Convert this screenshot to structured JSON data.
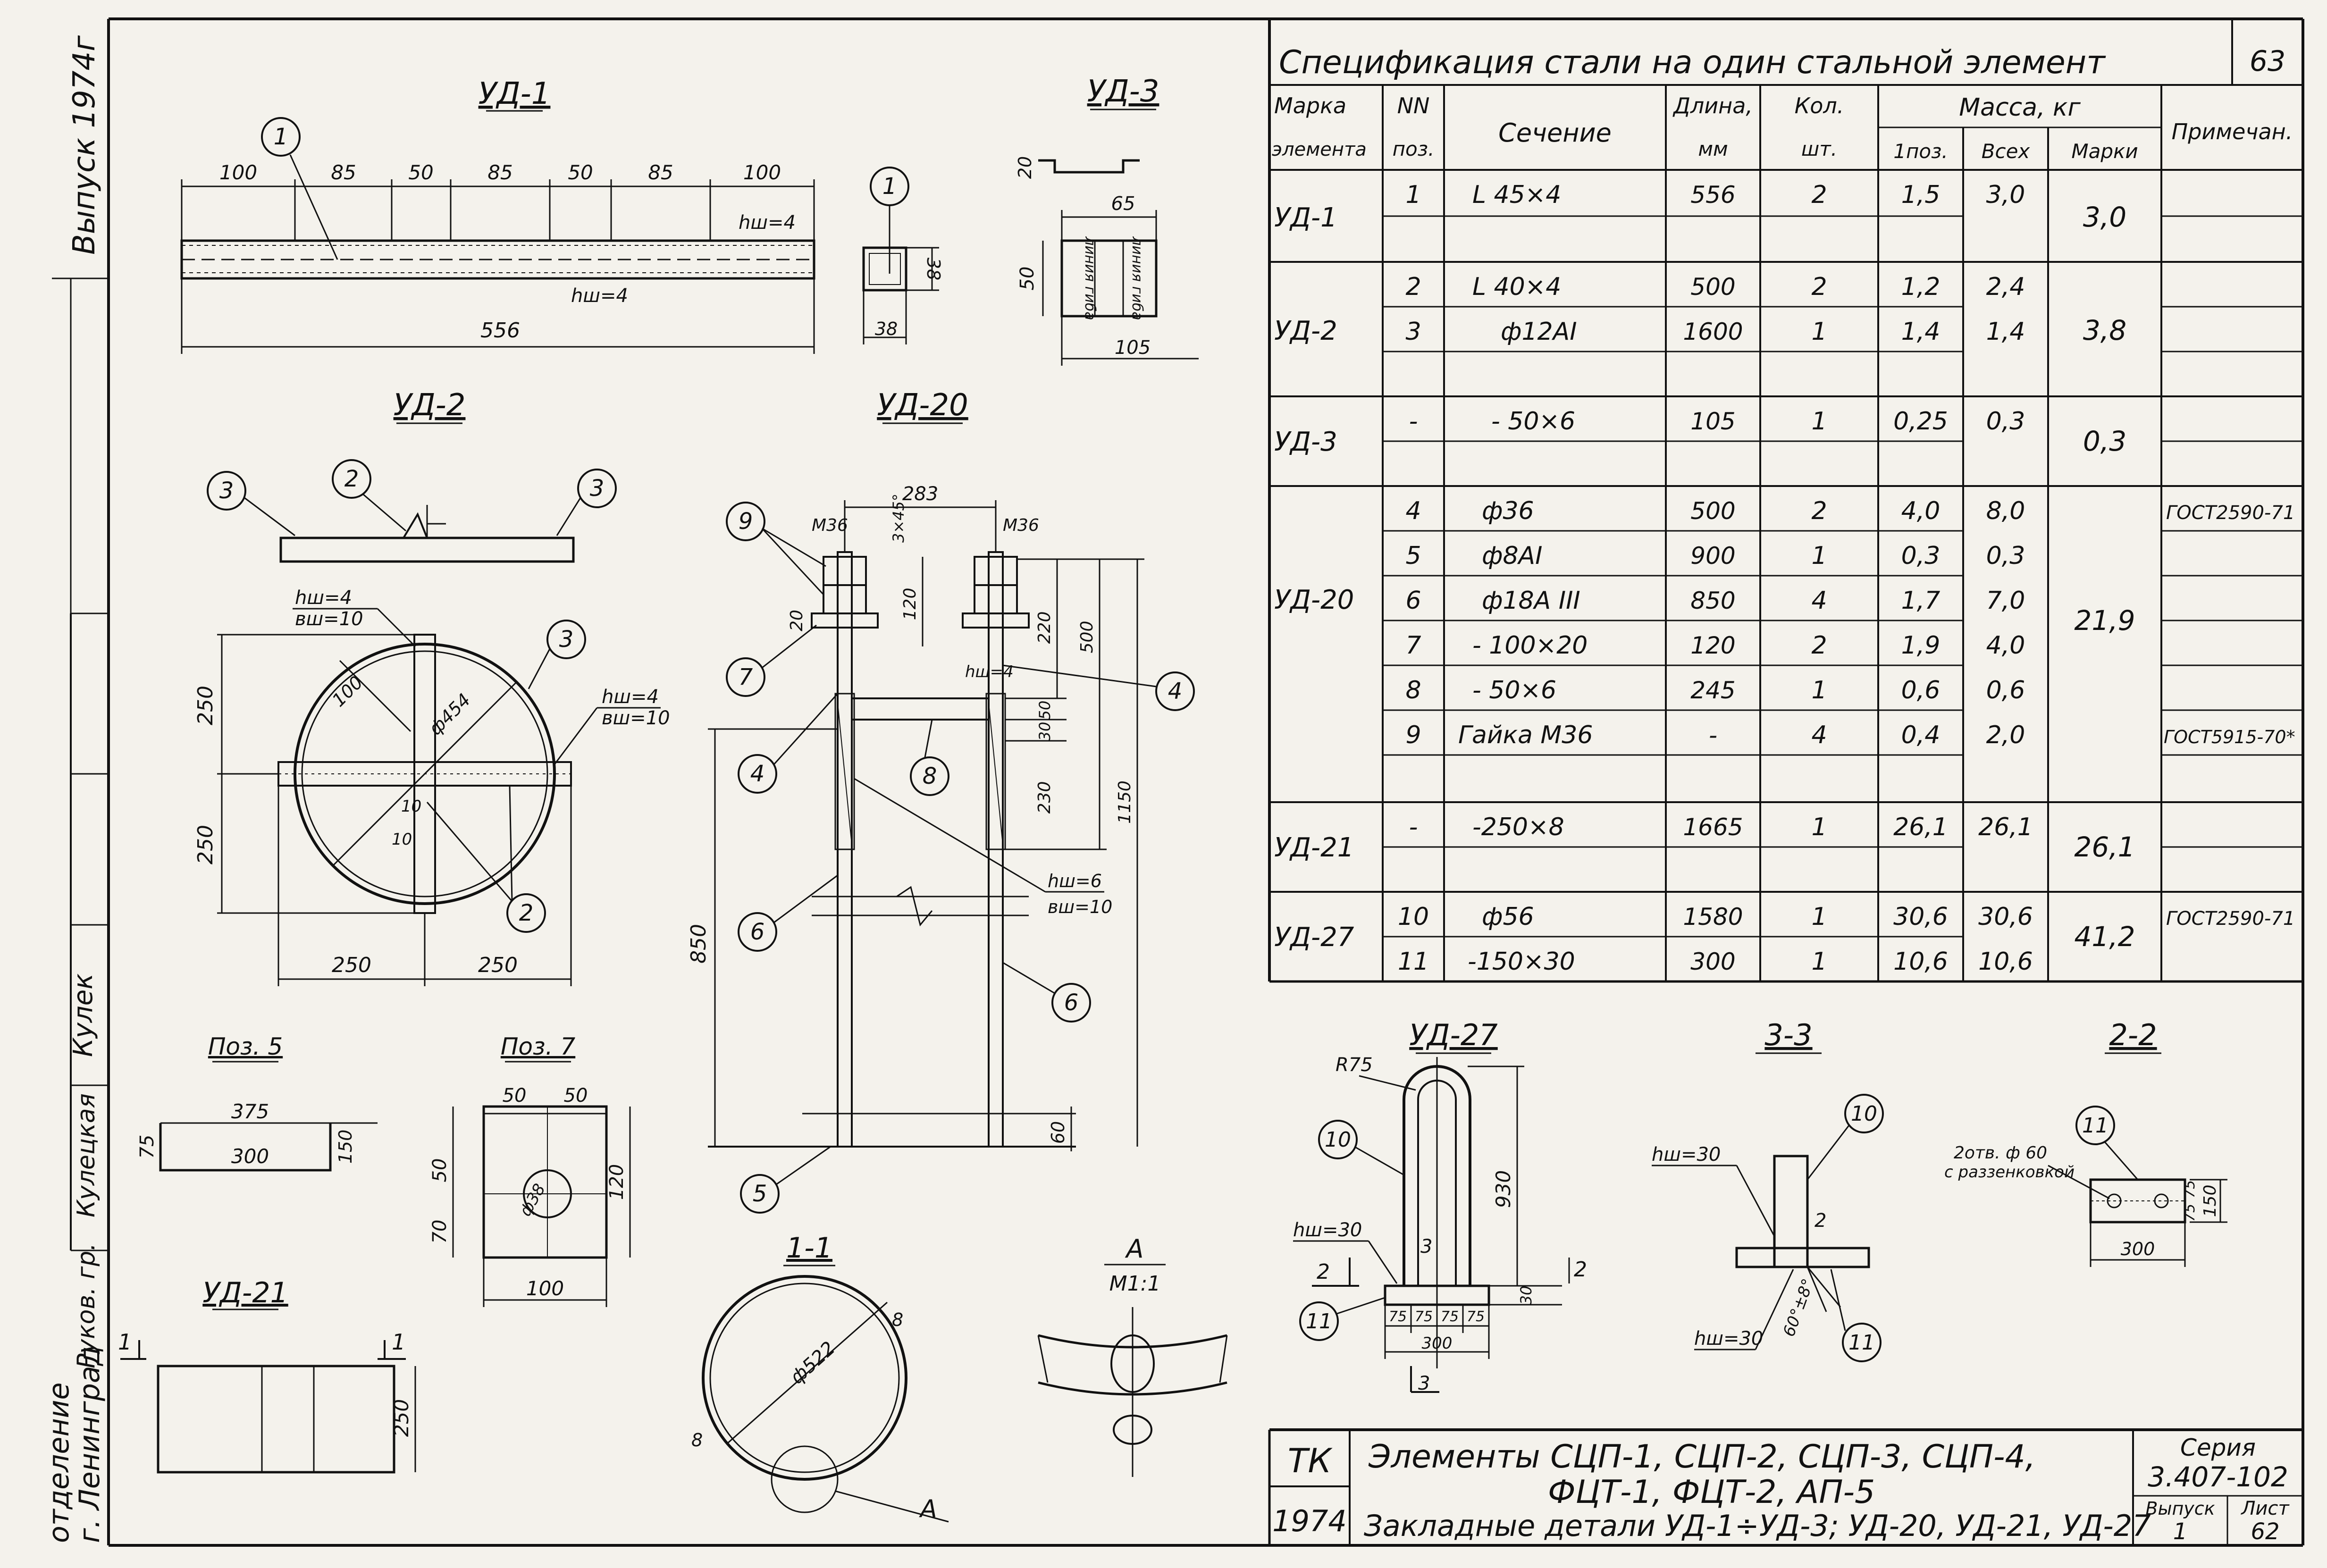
{
  "sheet": {
    "series_label": "Серия",
    "series_code": "3.407-102",
    "issue_label": "Выпуск",
    "issue_no": "1",
    "sheet_label": "Лист",
    "sheet_no": "62",
    "page_no": "63",
    "org": "ТК",
    "year": "1974",
    "title_line1": "Элементы СЦП-1, СЦП-2, СЦП-3, СЦП-4,",
    "title_line2": "ФЦТ-1, ФЦТ-2, АП-5",
    "title_line3": "Закладные детали УД-1÷УД-3; УД-20, УД-21, УД-27"
  },
  "margin": {
    "issue_year": "Выпуск 1974г",
    "dept_line1": "отделение",
    "dept_line2": "г. Ленинград",
    "role_head": "Руков. гр.",
    "name_head": "Кулецкая",
    "name_sign": "Кулек"
  },
  "spec": {
    "title": "Спецификация стали на один стальной элемент",
    "headers": {
      "mark_1": "Марка",
      "mark_2": "элемента",
      "pos_1": "NN",
      "pos_2": "поз.",
      "section": "Сечение",
      "length_1": "Длина,",
      "length_2": "мм",
      "qty_1": "Кол.",
      "qty_2": "шт.",
      "mass": "Масса, кг",
      "mass_one": "1поз.",
      "mass_all": "Всех",
      "mass_mark": "Марки",
      "note": "Примечан."
    },
    "rows": [
      {
        "pos": "1",
        "section": "L 45×4",
        "length": "556",
        "qty": "2",
        "m1": "1,5",
        "mall": "3,0",
        "note": ""
      },
      {
        "pos": "2",
        "section": "L 40×4",
        "length": "500",
        "qty": "2",
        "m1": "1,2",
        "mall": "2,4",
        "note": ""
      },
      {
        "pos": "3",
        "section": "ф12AI",
        "length": "1600",
        "qty": "1",
        "m1": "1,4",
        "mall": "1,4",
        "note": ""
      },
      {
        "pos": "-",
        "section": "- 50×6",
        "length": "105",
        "qty": "1",
        "m1": "0,25",
        "mall": "0,3",
        "note": ""
      },
      {
        "pos": "4",
        "section": "ф36",
        "length": "500",
        "qty": "2",
        "m1": "4,0",
        "mall": "8,0",
        "note": "ГОСТ2590-71"
      },
      {
        "pos": "5",
        "section": "ф8AI",
        "length": "900",
        "qty": "1",
        "m1": "0,3",
        "mall": "0,3",
        "note": ""
      },
      {
        "pos": "6",
        "section": "ф18A III",
        "length": "850",
        "qty": "4",
        "m1": "1,7",
        "mall": "7,0",
        "note": ""
      },
      {
        "pos": "7",
        "section": "- 100×20",
        "length": "120",
        "qty": "2",
        "m1": "1,9",
        "mall": "4,0",
        "note": ""
      },
      {
        "pos": "8",
        "section": "- 50×6",
        "length": "245",
        "qty": "1",
        "m1": "0,6",
        "mall": "0,6",
        "note": ""
      },
      {
        "pos": "9",
        "section": "Гайка М36",
        "length": "-",
        "qty": "4",
        "m1": "0,4",
        "mall": "2,0",
        "note": "ГОСТ5915-70*"
      },
      {
        "pos": "-",
        "section": "-250×8",
        "length": "1665",
        "qty": "1",
        "m1": "26,1",
        "mall": "26,1",
        "note": ""
      },
      {
        "pos": "10",
        "section": "ф56",
        "length": "1580",
        "qty": "1",
        "m1": "30,6",
        "mall": "30,6",
        "note": "ГОСТ2590-71"
      },
      {
        "pos": "11",
        "section": "-150×30",
        "length": "300",
        "qty": "1",
        "m1": "10,6",
        "mall": "10,6",
        "note": ""
      }
    ],
    "marks": [
      {
        "mark": "УД-1",
        "total": "3,0"
      },
      {
        "mark": "УД-2",
        "total": "3,8"
      },
      {
        "mark": "УД-3",
        "total": "0,3"
      },
      {
        "mark": "УД-20",
        "total": "21,9"
      },
      {
        "mark": "УД-21",
        "total": "26,1"
      },
      {
        "mark": "УД-27",
        "total": "41,2"
      }
    ]
  },
  "drawings": {
    "ud1": {
      "title": "УД-1",
      "dims": [
        "100",
        "85",
        "50",
        "85",
        "50",
        "85",
        "100"
      ],
      "length": "556",
      "weld1": "hш=4",
      "weld2": "hш=4",
      "callout": "1"
    },
    "ud3": {
      "title": "УД-3",
      "d20": "20",
      "d65": "65",
      "d50": "50",
      "d105": "105",
      "bend1": "линия гиба",
      "bend2": "линия гиба",
      "sec38a": "38",
      "sec38b": "38",
      "callout": "1"
    },
    "ud2": {
      "title": "УД-2",
      "c1": "2",
      "c2": "3",
      "c3": "3",
      "c4": "3",
      "c5": "2",
      "hw1": "hш=4",
      "bw1": "вш=10",
      "hw2": "hш=4",
      "bw2": "вш=10",
      "d454": "ф454",
      "d100": "100",
      "d10a": "10",
      "d10b": "10",
      "d250a": "250",
      "d250b": "250",
      "d250c": "250",
      "d250d": "250"
    },
    "ud20": {
      "title": "УД-20",
      "d283": "283",
      "m36a": "М36",
      "m36b": "М36",
      "d3x45": "3×45°",
      "d120": "120",
      "d20": "20",
      "d220": "220",
      "d500": "500",
      "d50": "50",
      "d30": "30",
      "d230": "230",
      "d1150": "1150",
      "d850": "850",
      "d60": "60",
      "hw4": "hш=4",
      "hw6": "hш=6",
      "bw10": "вш=10",
      "c9": "9",
      "c7": "7",
      "c4a": "4",
      "c4b": "4",
      "c8": "8",
      "c6a": "6",
      "c6b": "6",
      "c5": "5"
    },
    "pos5": {
      "title": "Поз. 5",
      "d375": "375",
      "d300": "300",
      "d75": "75",
      "d150": "150"
    },
    "pos7": {
      "title": "Поз. 7",
      "d50a": "50",
      "d50b": "50",
      "d120": "120",
      "d50c": "50",
      "d70": "70",
      "d38": "ф38",
      "d100": "100"
    },
    "ud21": {
      "title": "УД-21",
      "d250": "250",
      "s1": "1",
      "s2": "1"
    },
    "sec11": {
      "title": "1-1",
      "d522": "ф522",
      "d8a": "8",
      "d8b": "8",
      "ref": "А"
    },
    "detA": {
      "title": "А",
      "scale": "М1:1"
    },
    "ud27": {
      "title": "УД-27",
      "r75": "R75",
      "d930": "930",
      "d30": "30",
      "hw": "hш=30",
      "d75": [
        "75",
        "75",
        "75",
        "75"
      ],
      "d300": "300",
      "c10": "10",
      "c11": "11",
      "s2a": "2",
      "s2b": "2",
      "s3a": "3",
      "s3b": "3"
    },
    "sec33": {
      "title": "3-3",
      "hw1": "hш=30",
      "hw2": "hш=30",
      "c10": "10",
      "c11": "11",
      "d2": "2",
      "ang": "60°±8°"
    },
    "sec22": {
      "title": "2-2",
      "c11": "11",
      "hole1": "2отв. ф 60",
      "hole2": "с раззенковкой",
      "d75a": "75",
      "d75b": "75",
      "d150": "150",
      "d300": "300"
    }
  }
}
